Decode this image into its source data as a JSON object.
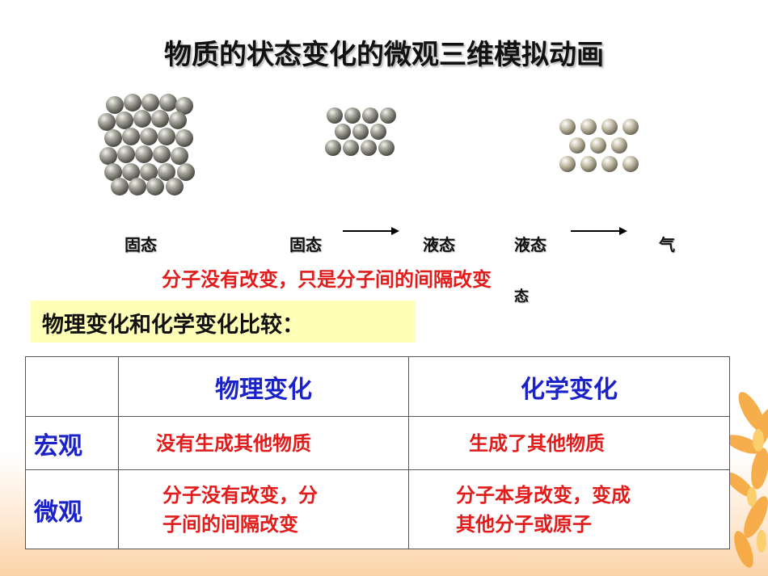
{
  "title": "物质的状态变化的微观三维模拟动画",
  "states": {
    "label1": "固态",
    "label2": "固态",
    "label3": "液态",
    "label4": "液态",
    "label5": "气",
    "label5_wrap": "态"
  },
  "note": "分子没有改变，只是分子间的间隔改变",
  "compare_heading": "物理变化和化学变化比较：",
  "table": {
    "col_physical": "物理变化",
    "col_chemical": "化学变化",
    "row_macro": "宏观",
    "row_micro": "微观",
    "macro_physical": "没有生成其他物质",
    "macro_chemical": "生成了其他物质",
    "micro_physical_line1": "分子没有改变，分",
    "micro_physical_line2": "子间的间隔改变",
    "micro_chemical_line1": "分子本身改变，变成",
    "micro_chemical_line2": "其他分子或原子"
  },
  "icons": [
    "solid-molecules-icon",
    "liquid-molecules-icon",
    "gas-molecules-icon",
    "flower-icon"
  ]
}
